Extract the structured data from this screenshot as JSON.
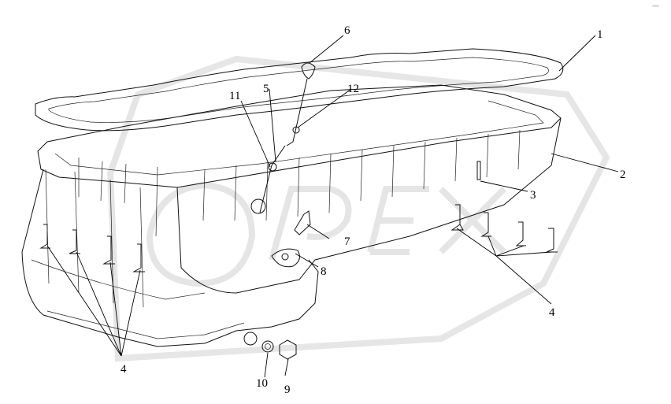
{
  "watermark": {
    "text": "OPEX"
  },
  "corner_mark": "—",
  "callouts": [
    {
      "id": "c1",
      "label": "1"
    },
    {
      "id": "c2",
      "label": "2"
    },
    {
      "id": "c3",
      "label": "3"
    },
    {
      "id": "c4a",
      "label": "4"
    },
    {
      "id": "c4b",
      "label": "4"
    },
    {
      "id": "c5",
      "label": "5"
    },
    {
      "id": "c6",
      "label": "6"
    },
    {
      "id": "c7",
      "label": "7"
    },
    {
      "id": "c8",
      "label": "8"
    },
    {
      "id": "c9",
      "label": "9"
    },
    {
      "id": "c10",
      "label": "10"
    },
    {
      "id": "c11",
      "label": "11"
    },
    {
      "id": "c12",
      "label": "12"
    }
  ]
}
